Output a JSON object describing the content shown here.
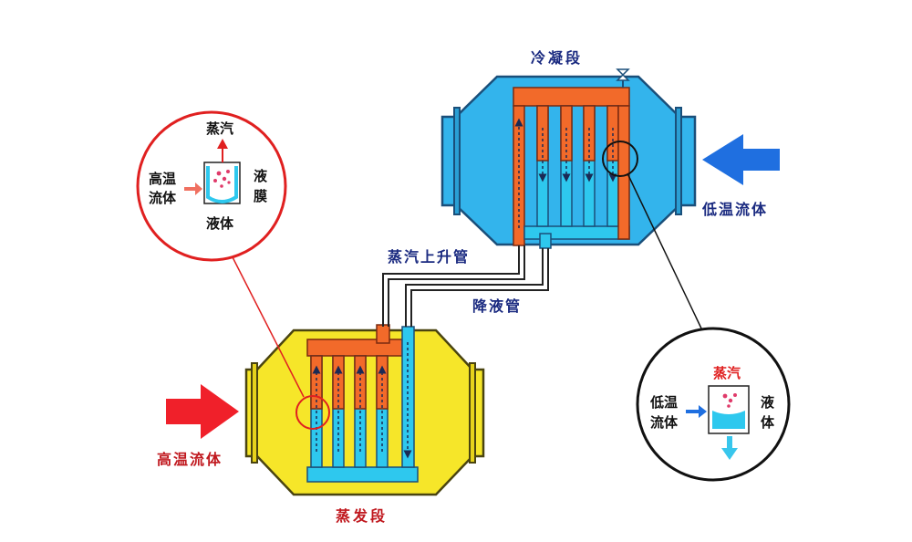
{
  "labels": {
    "condenser_section": "冷凝段",
    "evaporator_section": "蒸发段",
    "vapor_riser": "蒸汽上升管",
    "liquid_downcomer": "降液管",
    "low_temp_fluid": "低温流体",
    "high_temp_fluid": "高温流体"
  },
  "evaporation_callout": {
    "vapor": "蒸汽",
    "hot_fluid_line1": "高温",
    "hot_fluid_line2": "流体",
    "liquid_film_line1": "液",
    "liquid_film_line2": "膜",
    "liquid": "液体"
  },
  "condensation_callout": {
    "vapor": "蒸汽",
    "cold_fluid_line1": "低温",
    "cold_fluid_line2": "流体",
    "liquid_line1": "液",
    "liquid_line2": "体"
  },
  "colors": {
    "evaporator_shell": "#f6e629",
    "condenser_shell": "#33b4ec",
    "vapor_pipe": "#f26a2a",
    "liquid_pipe": "#2ec8ee",
    "hot_arrow": "#f0202a",
    "cold_arrow": "#1f6fe0",
    "label_blue": "#1a2a80",
    "label_red": "#c0181e",
    "callout_red": "#e02020",
    "callout_black": "#111111"
  }
}
